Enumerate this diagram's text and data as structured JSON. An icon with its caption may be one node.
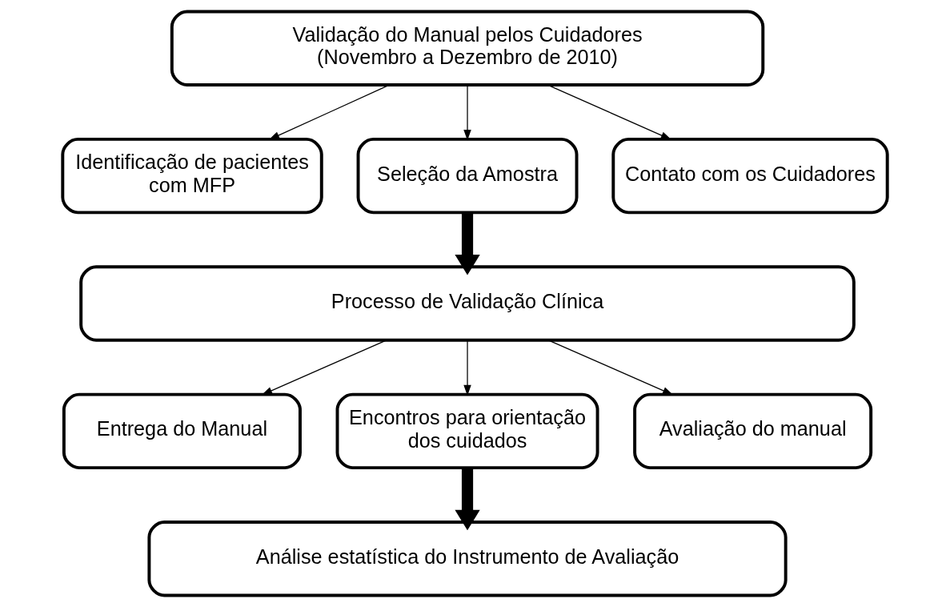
{
  "diagram": {
    "nodes": [
      {
        "text": [
          "Validação do Manual pelos Cuidadores (Novembro a Dezembro de 2010)"
        ]
      },
      {
        "text": [
          "Identificação de pacientes com MFP"
        ]
      },
      {
        "text": [
          "Seleção da Amostra"
        ]
      },
      {
        "text": [
          "Contato com os Cuidadores"
        ]
      },
      {
        "text": [
          "Processo de Validação Clínica"
        ]
      },
      {
        "text": [
          "Entrega do Manual"
        ]
      },
      {
        "text": [
          "Encontros para orientação dos cuidados"
        ]
      },
      {
        "text": [
          "Avaliação do manual"
        ]
      },
      {
        "text": [
          "Análise estatística do Instrumento de Avaliação"
        ]
      }
    ],
    "edges": [
      {
        "from": 0,
        "to": 1,
        "arrow": "to"
      },
      {
        "from": 0,
        "to": 2,
        "arrow": "to"
      },
      {
        "from": 0,
        "to": 3,
        "arrow": "to"
      },
      {
        "from": 2,
        "to": 4,
        "arrow": "to",
        "style": "thick"
      },
      {
        "from": 4,
        "to": 5,
        "arrow": "to"
      },
      {
        "from": 4,
        "to": 6,
        "arrow": "to"
      },
      {
        "from": 4,
        "to": 7,
        "arrow": "to"
      },
      {
        "from": 6,
        "to": 8,
        "arrow": "to",
        "style": "thick"
      }
    ]
  }
}
